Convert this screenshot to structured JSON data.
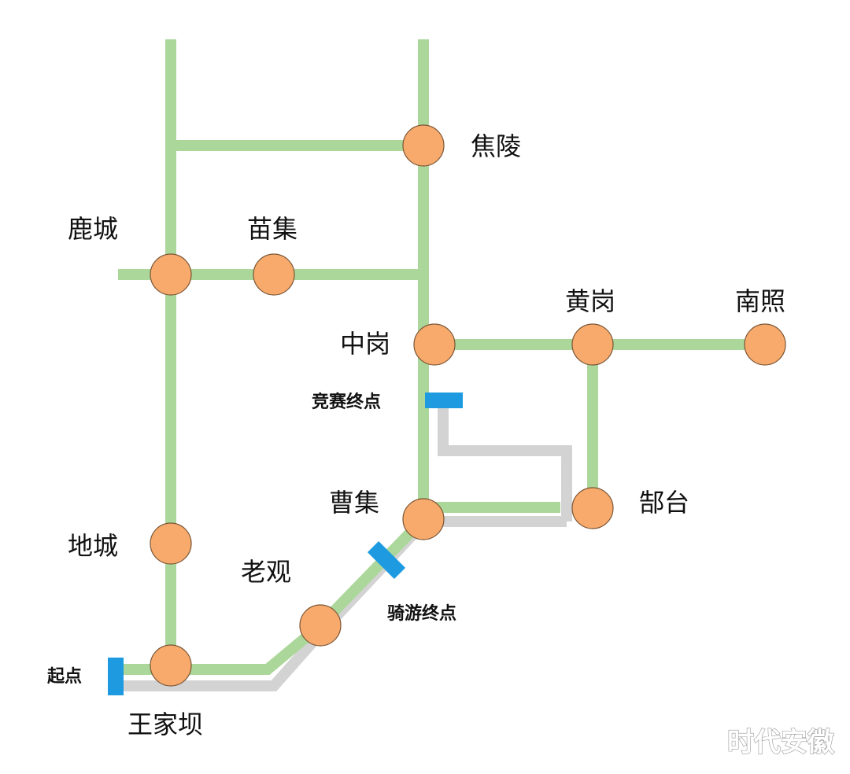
{
  "towns": {
    "jiaoling": "焦陵",
    "lucheng": "鹿城",
    "miaoji": "苗集",
    "zhonggang": "中岗",
    "huanggang": "黄岗",
    "nanzhao": "南照",
    "caoji": "曹集",
    "gaotai": "郜台",
    "dicheng": "地城",
    "laoguan": "老观",
    "wangjiaba": "王家坝"
  },
  "markers": {
    "start": "起点",
    "race_end": "竞赛终点",
    "ride_end": "骑游终点"
  },
  "watermark": "时代安徽",
  "colors": {
    "road": "#acd79a",
    "route": "#d3d3d3",
    "town_fill": "#f7aa6b",
    "town_stroke": "#7a5637",
    "marker": "#1e9be0"
  }
}
